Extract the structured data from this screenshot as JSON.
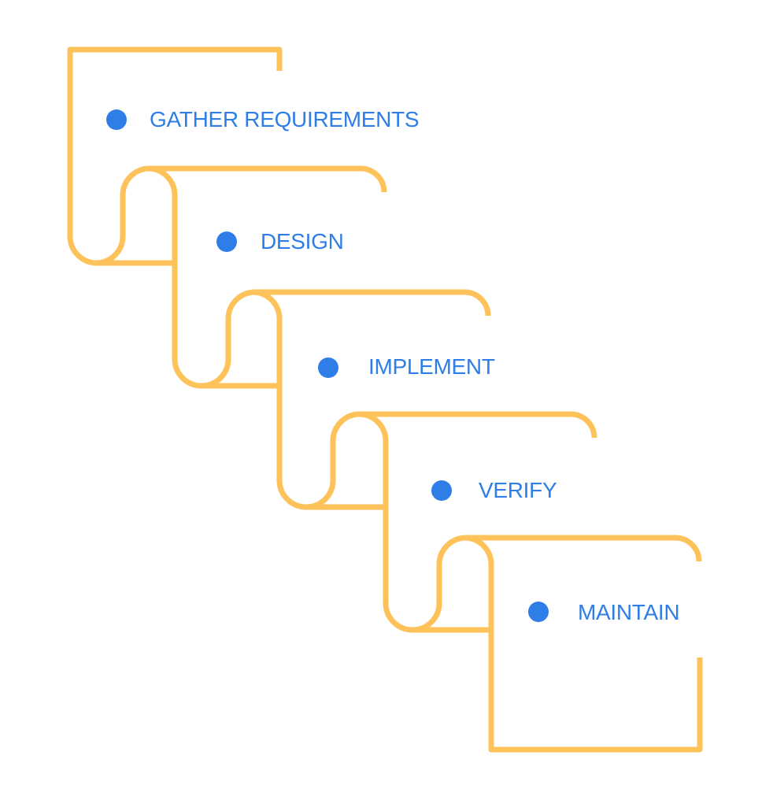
{
  "colors": {
    "outline": "#FEC25B",
    "accent": "#2F7DE6"
  },
  "steps": [
    {
      "label": "GATHER REQUIREMENTS"
    },
    {
      "label": "DESIGN"
    },
    {
      "label": "IMPLEMENT"
    },
    {
      "label": "VERIFY"
    },
    {
      "label": "MAINTAIN"
    }
  ]
}
